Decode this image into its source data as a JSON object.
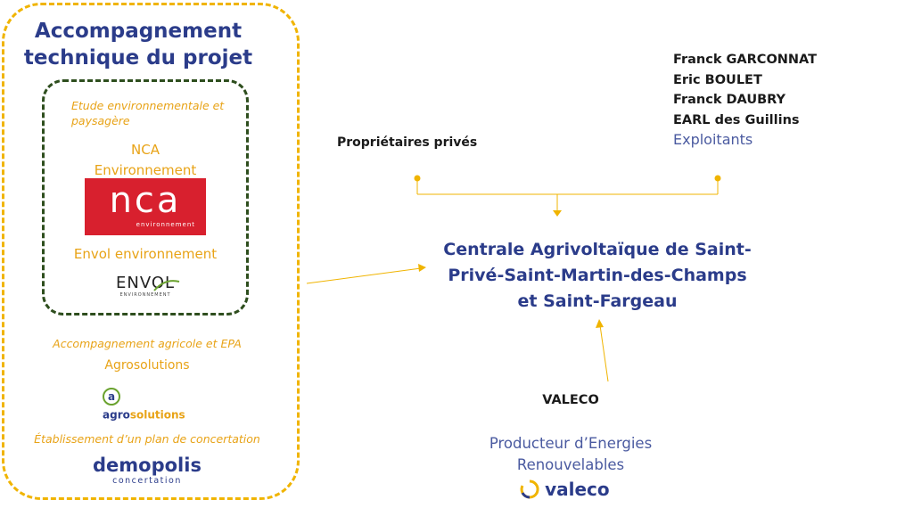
{
  "left_panel": {
    "title_line1": "Accompagnement",
    "title_line2": "technique du projet",
    "inner": {
      "caption_line1": "Etude environnementale et",
      "caption_line2": "paysagère",
      "nca_line1": "NCA",
      "nca_line2": "Environnement",
      "nca_logo_text": "nca",
      "nca_logo_sub": "environnement",
      "envol_label": "Envol environnement",
      "envol_logo_text": "ENVOL",
      "envol_logo_sub": "ENVIRONNEMENT"
    },
    "agri_caption": "Accompagnement agricole et EPA",
    "agri_name": "Agrosolutions",
    "agri_logo_a": "a",
    "agri_logo_text1": "agro",
    "agri_logo_text2": "solutions",
    "concert_caption": "Établissement d’un plan de concertation",
    "demopolis_logo": "demopolis",
    "demopolis_sub": "concertation"
  },
  "center": {
    "line1": "Centrale Agrivoltaïque de Saint-",
    "line2": "Privé-Saint-Martin-des-Champs",
    "line3": "et Saint-Fargeau"
  },
  "owners_label": "Propriétaires privés",
  "exploitants": {
    "names": [
      "Franck GARCONNAT",
      "Eric BOULET",
      "Franck DAUBRY",
      "EARL des Guillins"
    ],
    "label": "Exploitants"
  },
  "valeco": {
    "name": "VALECO",
    "desc_line1": "Producteur d’Energies",
    "desc_line2": "Renouvelables",
    "logo_text": "valeco"
  },
  "colors": {
    "accent_orange": "#f0b400",
    "title_blue": "#2b3c8a",
    "dark_green": "#2e4e1e",
    "nca_red": "#d8202e"
  }
}
